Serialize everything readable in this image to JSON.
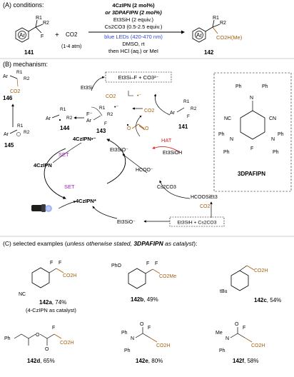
{
  "colors": {
    "red": "#d9231e",
    "blue": "#2d49cf",
    "purple": "#9b1fb4",
    "orange": "#a65d0c",
    "ink": "#000000"
  },
  "panel_a": {
    "heading": "(A) conditions:",
    "co2": "CO2",
    "co2_pressure": "(1-4 atm)",
    "plus": "+",
    "sm_number": "141",
    "sm_r1": "R1",
    "sm_r2": "R2",
    "sm_f": "F",
    "ar": "Ar",
    "product_number": "142",
    "product_r1": "R1",
    "product_r2": "R2",
    "product_acid": "CO2H(Me)",
    "cond_line1": "4CzIPN (2 mol%)",
    "cond_line2": "or 3DPAFIPN (2 mol%)",
    "cond_line3": "Et3SiH (2 equiv.)",
    "cond_line4": "Cs2CO3 (0.5-2.5 equiv.)",
    "cond_line5_a": "blue LEDs (",
    "cond_line5_b": "420-470 nm",
    "cond_line5_c": ")",
    "cond_line6": "DMSO, rt",
    "cond_line7": "then HCl (aq.) or MeI"
  },
  "panel_b": {
    "heading": "(B) mechanism:",
    "fluoride_box": "Et3Si–F  +  CO3²⁻",
    "et3si": "Et3Si",
    "fminus": "F⁻",
    "co2": "CO2",
    "n146": "146",
    "n145": "145",
    "n144": "144",
    "n143": "143",
    "n141": "141",
    "set1": "SET",
    "set2": "SET",
    "hat": "HAT",
    "czipn_radanion": "4CzIPN•⁻",
    "czipn": "4CzIPN",
    "czipn_star": "4CzIPN*",
    "et3sio_rad1": "Et3SiO⁻",
    "et3sioh": "Et3SiOH",
    "hcoo": "HCOO⁻",
    "cs2co3": "Cs2CO3",
    "hcoosiet3": "HCOOSiEt3",
    "et3sio_rad2": "Et3SiO⁻",
    "silane_box": "Et3SiH + Cs2CO3",
    "catalyst_name": "3DPAFIPN",
    "catalyst_ph": "Ph",
    "catalyst_n": "N",
    "catalyst_cn": "NC",
    "catalyst_cn2": "CN",
    "catalyst_f": "F"
  },
  "panel_c": {
    "heading_a": "(C) selected examples (",
    "heading_b": "unless otherwise stated, ",
    "heading_c": "3DPAFIPN",
    "heading_d": " as catalyst",
    "heading_e": "):",
    "examples": [
      {
        "id": "142a",
        "yield": "74%",
        "note": "(4-CzIPN as catalyst)"
      },
      {
        "id": "142b",
        "yield": "49%"
      },
      {
        "id": "142c",
        "yield": "54%"
      },
      {
        "id": "142d",
        "yield": "65%"
      },
      {
        "id": "142e",
        "yield": "80%"
      },
      {
        "id": "142f",
        "yield": "58%"
      }
    ],
    "labels": {
      "co2h": "CO2H",
      "co2me": "CO2Me",
      "f": "F",
      "nc": "NC",
      "pho": "PhO",
      "tbu": "tBu",
      "ph": "Ph",
      "me": "Me",
      "n": "N",
      "o": "O"
    }
  }
}
